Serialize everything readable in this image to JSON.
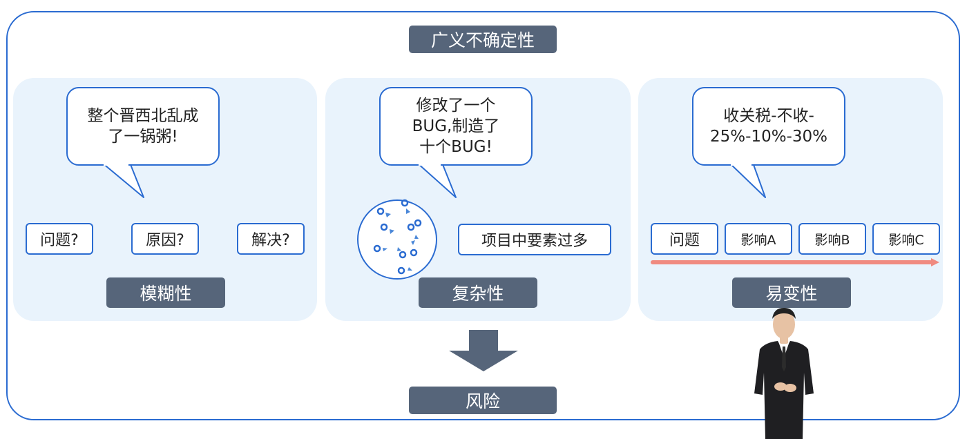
{
  "title": "广义不确定性",
  "bottom": "风险",
  "panels": [
    {
      "label": "模糊性",
      "bubble": "整个晋西北乱成\n了一锅粥!",
      "items": [
        "问题?",
        "原因?",
        "解决?"
      ]
    },
    {
      "label": "复杂性",
      "bubble": "修改了一个\nBUG,制造了\n十个BUG!",
      "items": [
        "项目中要素过多"
      ]
    },
    {
      "label": "易变性",
      "bubble": "收关税-不收-\n25%-10%-30%",
      "items": [
        "问题",
        "影响A",
        "影响B",
        "影响C"
      ]
    }
  ],
  "colors": {
    "accent": "#2a6bd1",
    "tag": "#56657a",
    "panel_bg": "#e9f3fc",
    "timeline": "#f08a80"
  }
}
